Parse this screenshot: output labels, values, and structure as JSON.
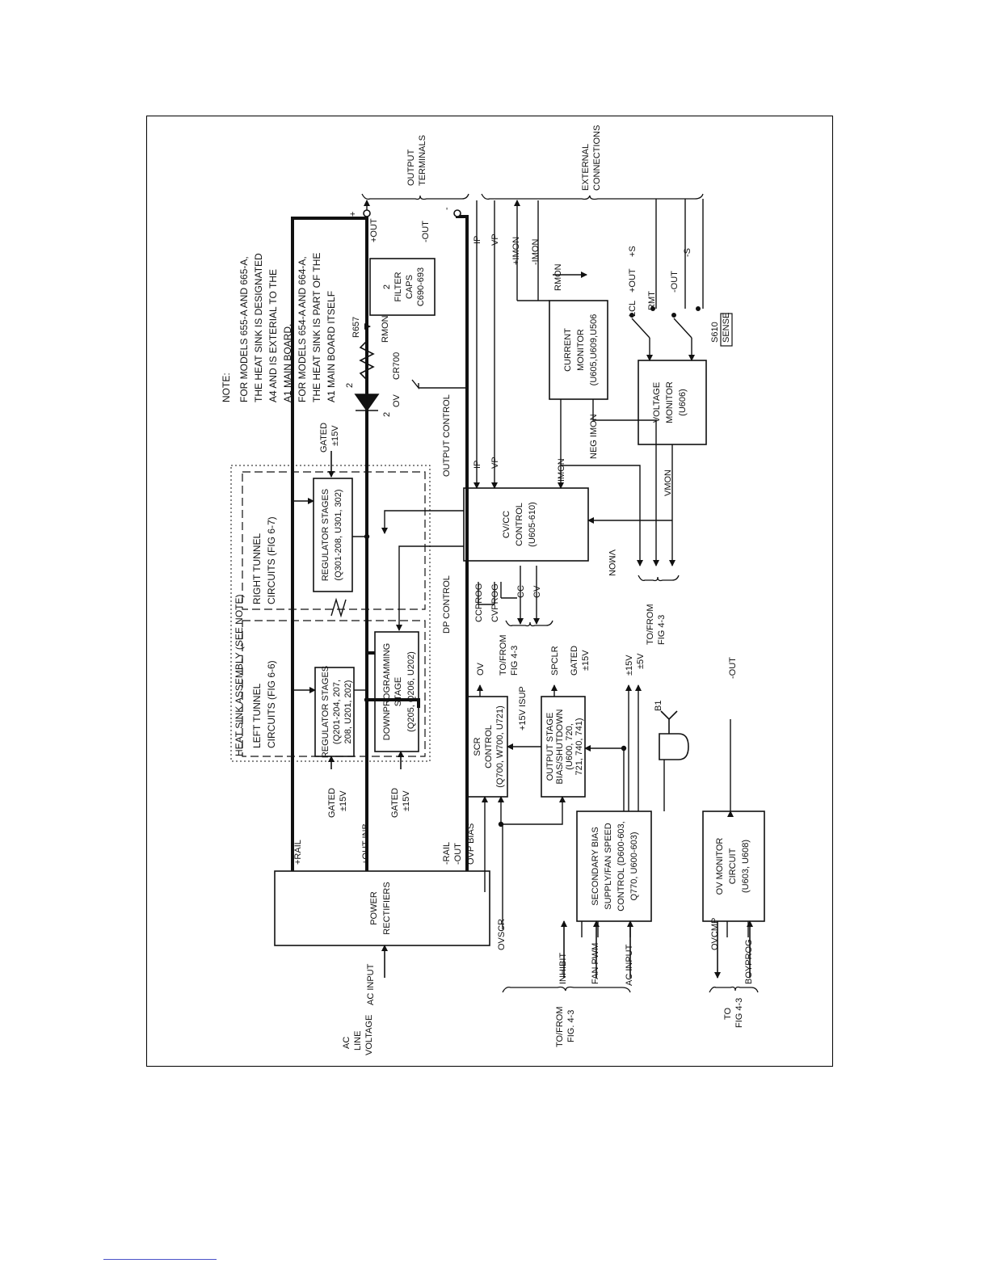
{
  "colors": {
    "ink": "#111111",
    "footer_rule": "#4a52c8"
  },
  "note": {
    "heading": "NOTE:",
    "lines": [
      "FOR MODELS 655-A AND 665-A,",
      "THE HEAT SINK IS DESIGNATED",
      "A4 AND IS EXTERIAL TO THE",
      "A1 MAIN BOARD.",
      "FOR MODELS 654-A AND 664-A,",
      "THE HEAT SINK IS PART OF THE",
      "A1 MAIN BOARD ITSELF"
    ]
  },
  "heat_sink": {
    "title": "HEAT SINK ASSEMBLY (SEE NOTE)",
    "left_tunnel": [
      "LEFT TUNNEL",
      "CIRCUITS (FIG 6-6)"
    ],
    "right_tunnel": [
      "RIGHT TUNNEL",
      "CIRCUITS (FIG 6-7)"
    ]
  },
  "blocks": {
    "power_rectifiers": [
      "POWER",
      "RECTIFIERS"
    ],
    "reg_left": [
      "REGULATOR STAGES",
      "(Q201-204, 207,",
      "208, U201, 202)"
    ],
    "reg_right": [
      "REGULATOR STAGES",
      "(Q301-208, U301, 302)"
    ],
    "downprog": [
      "DOWNPROGRAMMING",
      "STAGE",
      "(Q205, Q206, U202)"
    ],
    "scr": [
      "SCR",
      "CONTROL",
      "(Q700, W700, U721)"
    ],
    "output_stage": [
      "OUTPUT STAGE",
      "BIAS/SHUTDOWN",
      "(U600, 720,",
      "721, 740, 741)"
    ],
    "secondary": [
      "SECONDARY BIAS",
      "SUPPLY/FAN SPEED",
      "CONTROL (D600-603,",
      "Q770, U600-603)"
    ],
    "ov_monitor": [
      "OV MONITOR",
      "CIRCUIT",
      "(U603, U608)"
    ],
    "cvcc": [
      "CV/CC",
      "CONTROL",
      "(U605-610)"
    ],
    "filter_caps": [
      "2",
      "FILTER",
      "CAPS",
      "C690-693"
    ],
    "current_monitor": [
      "CURRENT",
      "MONITOR",
      "(U605,U609,U506"
    ],
    "voltage_monitor": [
      "VOLTAGE",
      "MONITOR",
      "(U606)"
    ]
  },
  "labels": {
    "ac_line": [
      "AC",
      "LINE",
      "VOLTAGE"
    ],
    "ac_input": "AC INPUT",
    "plus_rail": "+RAIL",
    "plus_out_inb": "+OUT INB",
    "minus_rail": "-RAIL",
    "minus_out": "-OUT",
    "ovp_bias": "OVP BIAS",
    "gated": "GATED",
    "pm15v": "±15V",
    "dp_control": "DP CONTROL",
    "output_control": "OUTPUT CONTROL",
    "ov": "OV",
    "to_from_fig43": [
      "TO/FROM",
      "FIG 4-3"
    ],
    "to_from_fig43_dot": [
      "TO/FROM",
      "FIG. 4-3"
    ],
    "to_fig43": [
      "TO",
      "FIG 4-3"
    ],
    "spclr": "SPCLR",
    "plus15v_isup": "+15V ISUP",
    "plus5v": "±5V",
    "b1": "B1",
    "ccprog": "CCPROG",
    "cvprog": "CVPROG",
    "cc": "CC",
    "cv": "CV",
    "ip": "IP",
    "vp": "VP",
    "imon": "IMON",
    "neg_imon": "NEG IMON",
    "vmon": "VMON",
    "plus_imon": "+IMON",
    "minus_imon": "-IMON",
    "rmon": "RMON",
    "r657": "R657",
    "cr700": "CR700",
    "two": "2",
    "plus_out": "+OUT",
    "lcl": "LCL",
    "rmt": "RMT",
    "plus_s": "+S",
    "minus_s": "-S",
    "s610": "S610",
    "sense": "SENSE",
    "plus_sign": "+",
    "minus_sign": "-",
    "output_terminals": [
      "OUTPUT",
      "TERMINALS"
    ],
    "external_connections": [
      "EXTERNAL",
      "CONNECTIONS"
    ],
    "ovscr": "OVSCR",
    "inhibit": "INHIBIT",
    "fan_pwm": "FAN PWM",
    "ovcmp": "OVCMP",
    "boyprog": "BOYPROG"
  }
}
